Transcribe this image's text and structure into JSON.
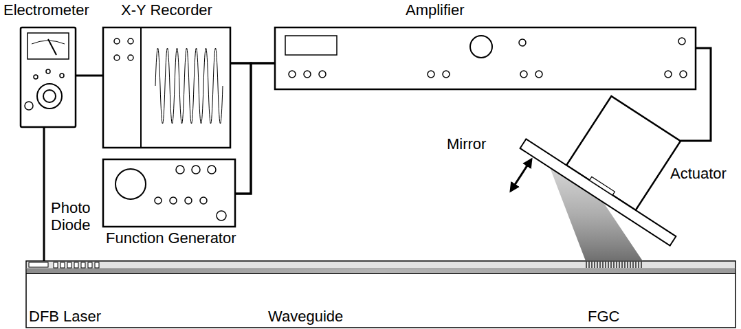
{
  "diagram": {
    "nodes": [
      {
        "text": [
          "Electrometer"
        ]
      },
      {
        "text": [
          "X-Y Recorder"
        ]
      },
      {
        "text": [
          "Amplifier"
        ]
      },
      {
        "text": [
          "Function Generator"
        ]
      },
      {
        "text": [
          "Actuator"
        ]
      },
      {
        "text": [
          "DFB Laser",
          "Waveguide",
          "FGC"
        ]
      }
    ],
    "edges": [
      {
        "from": 0,
        "to": 1,
        "arrow": "none"
      },
      {
        "from": 1,
        "to": 2,
        "arrow": "none"
      },
      {
        "from": 3,
        "to": 1,
        "arrow": "none"
      },
      {
        "from": 3,
        "to": 2,
        "arrow": "none"
      },
      {
        "from": 2,
        "to": 4,
        "arrow": "none"
      },
      {
        "from": 0,
        "to": 5,
        "arrow": "none"
      }
    ],
    "labels": [
      "Mirror",
      "Photo Diode"
    ]
  }
}
